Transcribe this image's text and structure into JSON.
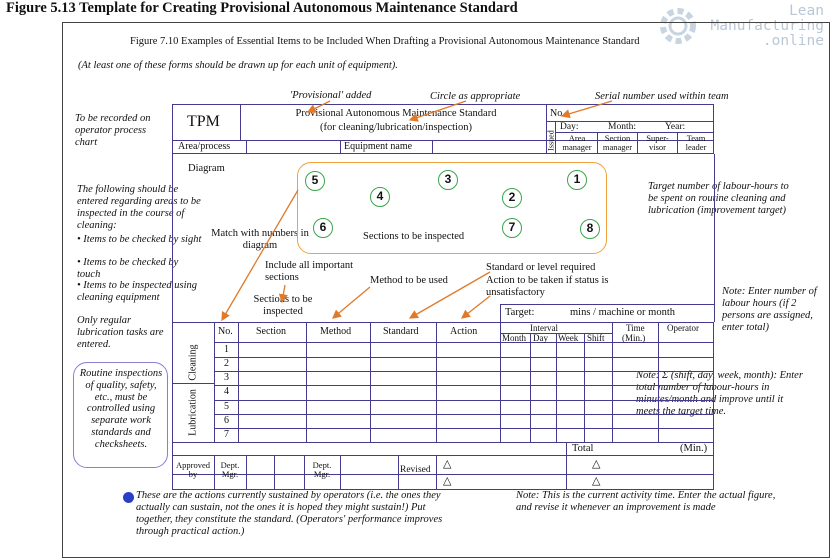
{
  "figure_title": "Figure 5.13 Template for Creating Provisional Autonomous Maintenance Standard",
  "watermark": {
    "line1": "Lean",
    "line2": "Manufacturing",
    "line3": ".online"
  },
  "caption": "Figure 7.10  Examples of Essential Items to be Included When Drafting a Provisional Autonomous Maintenance Standard",
  "subcaption": "(At least one of these forms should be drawn up for each unit of equipment).",
  "annotations": {
    "provisional_added": "'Provisional' added",
    "circle_as_appropriate": "Circle as appropriate",
    "serial_number": "Serial number used within team",
    "to_be_recorded": "To be recorded on operator process chart",
    "following_entered": "The following should be entered regarding areas to be inspected in the course of cleaning:",
    "bullet_sight": "• Items to be checked by sight",
    "bullet_touch": "• Items to be checked by touch",
    "bullet_equipment": "• Items to be inspected using cleaning equipment",
    "only_regular": "Only regular lubrication tasks are entered.",
    "routine": "Routine inspections of quality, safety, etc., must be controlled using separate work standards and checksheets.",
    "target_labour": "Target number of labour-hours to be spent on routine cleaning and lubrication (improvement target)",
    "match_numbers": "Match with numbers in diagram",
    "include_all": "Include all important sections",
    "sections_inspected": "Sections to be inspected",
    "method_used": "Method to be used",
    "standard_level": "Standard or level required",
    "action_taken": "Action to be taken if status is unsatisfactory",
    "note_enter": "Note: Enter number of labour hours (if 2 persons are assigned, enter total)",
    "note_sigma": "Note: Σ (shift, day, week, month): Enter total number of labour-hours in minutes/month and improve until it meets the target time.",
    "bottom_left": "These are the actions currently sustained by operators (i.e. the ones they actually can sustain, not the ones it is hoped they might sustain!) Put together, they constitute the standard. (Operators' performance improves through practical action.)",
    "bottom_right": "Note: This is the current activity time. Enter the actual figure, and revise it whenever an improvement is made"
  },
  "form": {
    "tpm": "TPM",
    "title1": "Provisional Autonomous Maintenance Standard",
    "title2": "(for cleaning/lubrication/inspection)",
    "no": "No.",
    "issued": "Issued",
    "day": "Day:",
    "month": "Month:",
    "year": "Year:",
    "area_manager": "Area manager",
    "section_manager": "Section manager",
    "supervisor": "Super-visor",
    "team_leader": "Team leader",
    "area_process": "Area/process",
    "equipment_name": "Equipment name",
    "diagram": "Diagram",
    "sections_to_be_inspected": "Sections to be inspected",
    "target": "Target:",
    "target_unit": "mins / machine or month",
    "col_no": "No.",
    "col_section": "Section",
    "col_method": "Method",
    "col_standard": "Standard",
    "col_action": "Action",
    "interval": "Interval",
    "month_h": "Month",
    "day_h": "Day",
    "week_h": "Week",
    "shift_h": "Shift",
    "time_h": "Time",
    "min_h": "(Min.)",
    "operator_h": "Operator",
    "cleaning": "Cleaning",
    "lubrication": "Lubrication",
    "rows": [
      "1",
      "2",
      "3",
      "4",
      "5",
      "6",
      "7"
    ],
    "total": "Total",
    "total_min": "(Min.)",
    "approved_by": "Approved by",
    "dept_mgr1": "Dept. Mgr.",
    "dept_mgr2": "Dept. Mgr.",
    "revised": "Revised",
    "triangle": "△"
  },
  "diagram_numbers": [
    "5",
    "3",
    "1",
    "4",
    "2",
    "6",
    "7",
    "8"
  ],
  "colors": {
    "form_line": "#443b8f",
    "arrow": "#e07a2a",
    "circle": "#3aa64a",
    "orange_box": "#f0a23c",
    "purple_box": "#8a7fd0",
    "bullet": "#2b3fc4"
  }
}
